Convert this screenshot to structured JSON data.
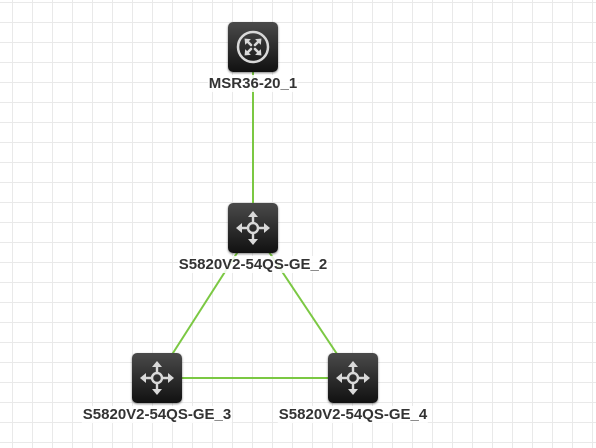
{
  "colors": {
    "link": "#7bc843",
    "device_icon": "#d9d9d9",
    "label": "#333333"
  },
  "nodes": [
    {
      "id": "msr",
      "label": "MSR36-20_1",
      "icon": "router-icon"
    },
    {
      "id": "sw2",
      "label": "S5820V2-54QS-GE_2",
      "icon": "switch-icon"
    },
    {
      "id": "sw3",
      "label": "S5820V2-54QS-GE_3",
      "icon": "switch-icon"
    },
    {
      "id": "sw4",
      "label": "S5820V2-54QS-GE_4",
      "icon": "switch-icon"
    }
  ],
  "links": [
    {
      "from": "msr",
      "to": "sw2"
    },
    {
      "from": "sw2",
      "to": "sw3"
    },
    {
      "from": "sw2",
      "to": "sw4"
    },
    {
      "from": "sw3",
      "to": "sw4"
    }
  ]
}
